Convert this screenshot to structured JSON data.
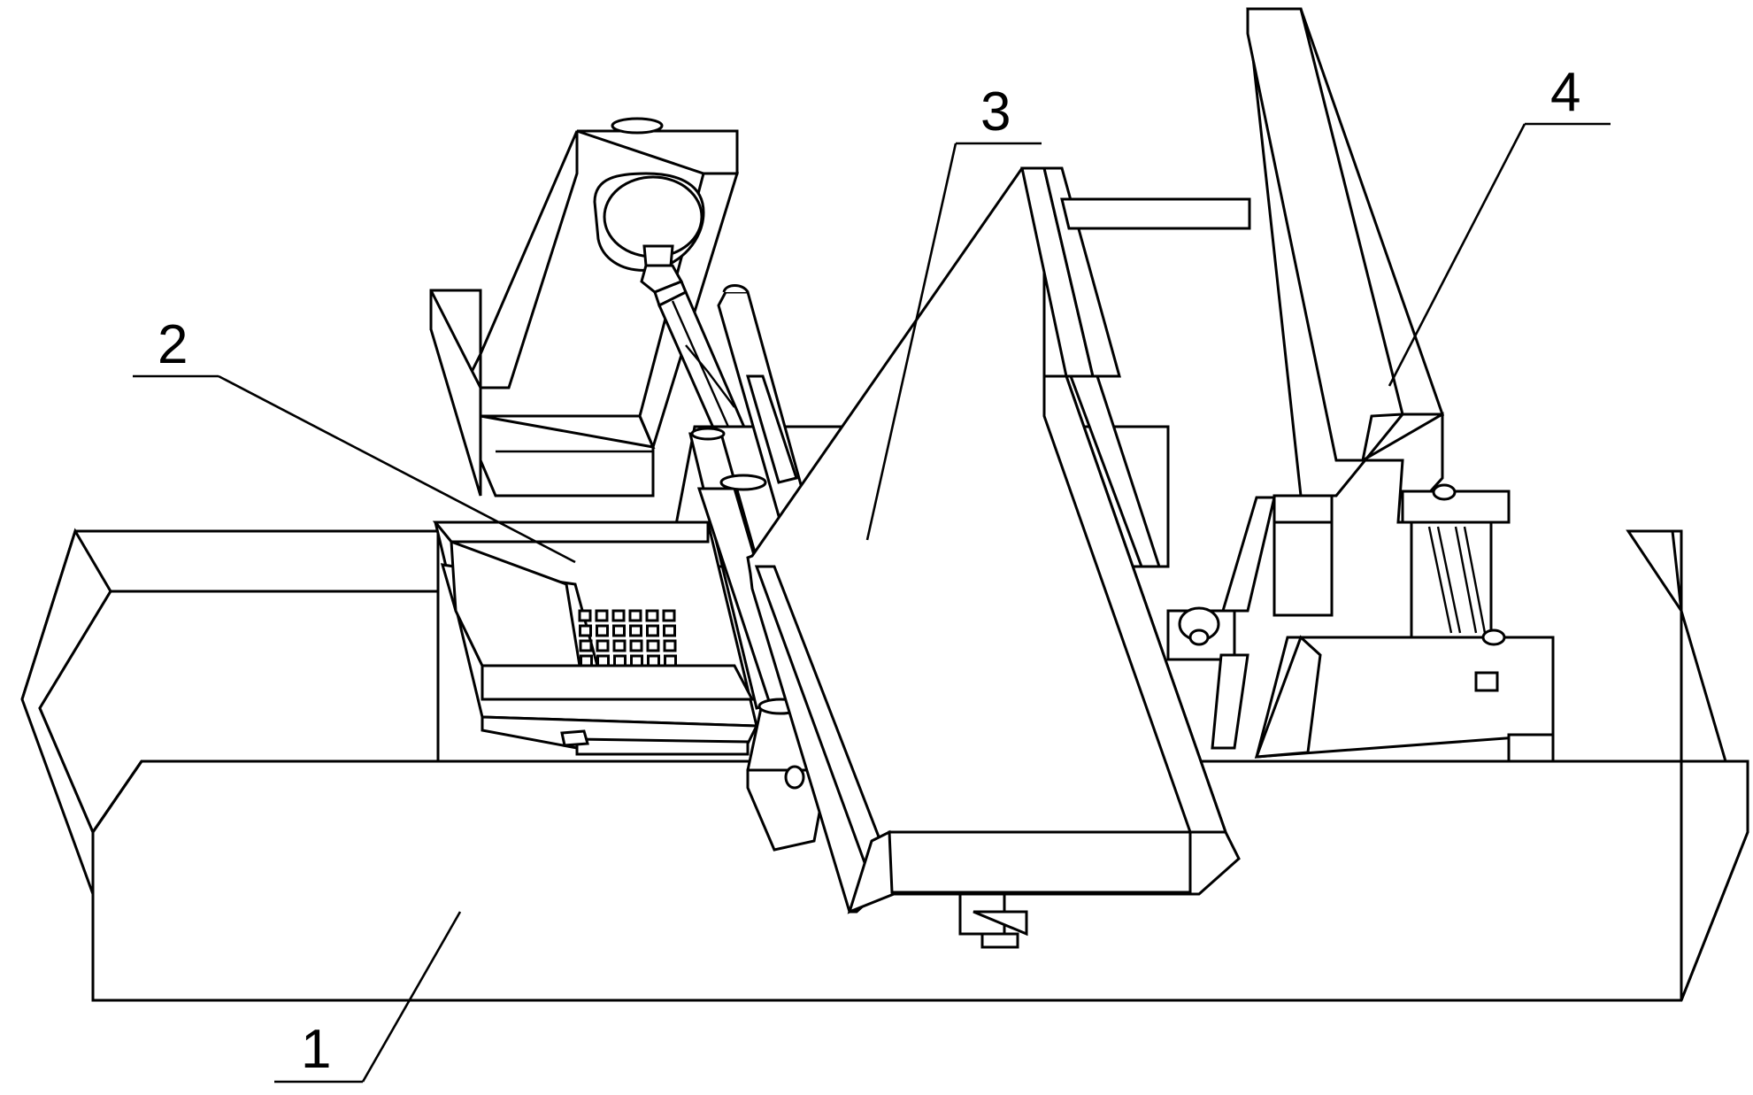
{
  "figure": {
    "labels": [
      {
        "id": "base",
        "text": "1"
      },
      {
        "id": "hopper",
        "text": "2"
      },
      {
        "id": "chute",
        "text": "3"
      },
      {
        "id": "frame",
        "text": "4"
      }
    ]
  },
  "colors": {
    "line": "#000000",
    "background": "#ffffff"
  }
}
